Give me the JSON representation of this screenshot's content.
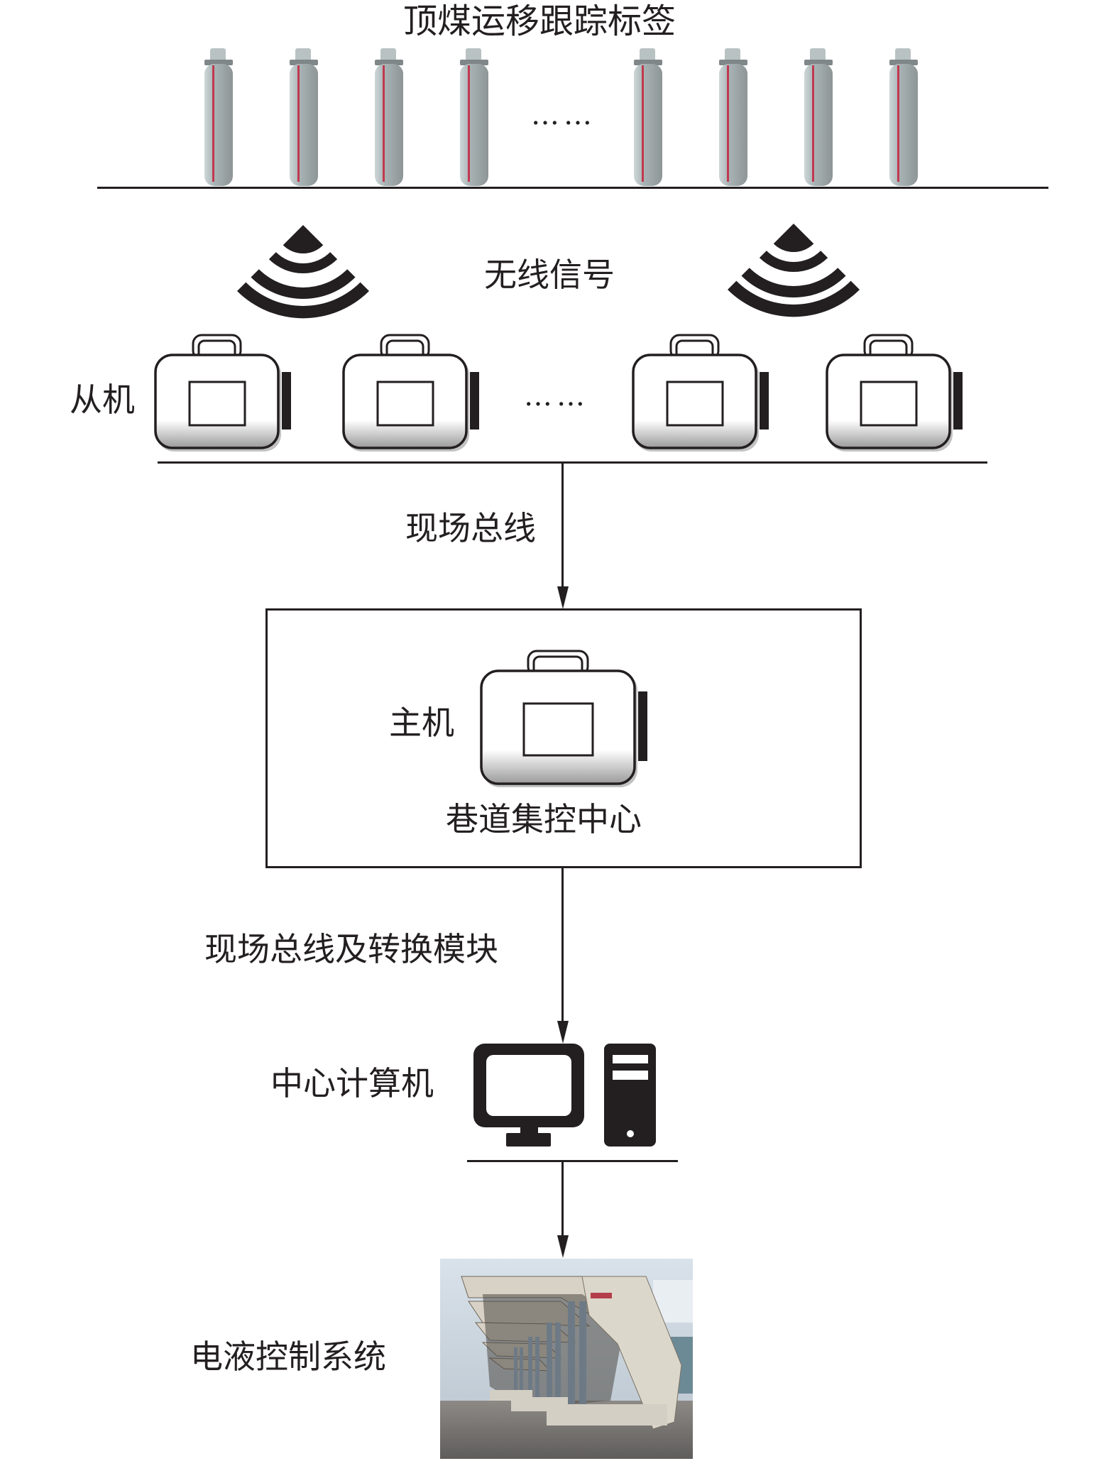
{
  "title": "顶煤运移跟踪标签",
  "tags": {
    "left_count_shown": 4,
    "right_count_shown": 4,
    "ellipsis": "……",
    "body_color": "#a9b3b5",
    "stripe_color": "#c0394f"
  },
  "wireless": {
    "label": "无线信号",
    "icon": "wireless-signal-icon"
  },
  "slaves": {
    "label": "从机",
    "ellipsis": "……",
    "units": [
      {
        "name": "slave-unit-1"
      },
      {
        "name": "slave-unit-2"
      },
      {
        "name": "slave-unit-3"
      },
      {
        "name": "slave-unit-4"
      }
    ]
  },
  "link1": {
    "label": "现场总线"
  },
  "master": {
    "label": "主机",
    "center_label": "巷道集控中心"
  },
  "link2": {
    "label": "现场总线及转换模块"
  },
  "computer": {
    "label": "中心计算机",
    "icon": "desktop-computer-icon"
  },
  "ehc": {
    "label": "电液控制系统",
    "image": "hydraulic-support-photo"
  },
  "colors": {
    "ink": "#231f20",
    "background": "#ffffff"
  }
}
